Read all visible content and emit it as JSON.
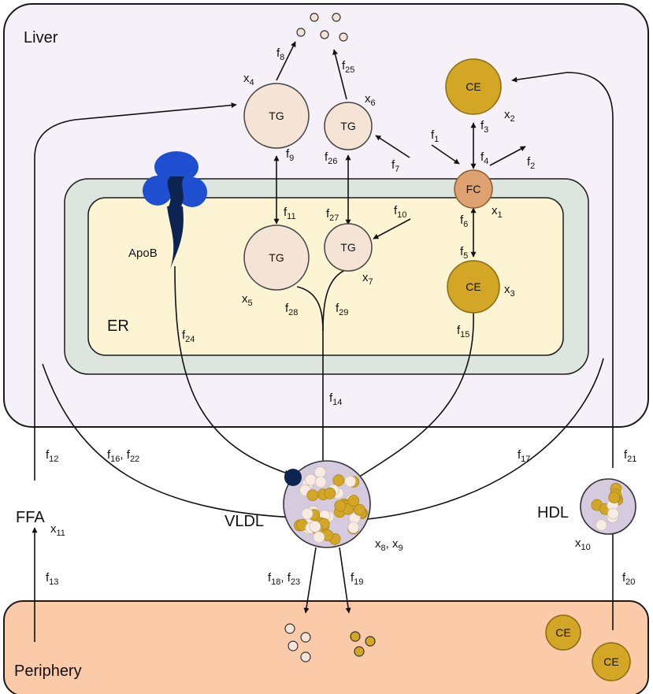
{
  "compartments": {
    "liver": "Liver",
    "er": "ER",
    "periphery": "Periphery"
  },
  "nodes": {
    "tg": "TG",
    "fc": "FC",
    "ce": "CE",
    "apob": "ApoB",
    "vldl": "VLDL",
    "hdl": "HDL",
    "ffa": "FFA"
  },
  "states": {
    "x1": "1",
    "x2": "2",
    "x3": "3",
    "x4": "4",
    "x5": "5",
    "x6": "6",
    "x7": "7",
    "x8": "8",
    "x9": "9",
    "x10": "10",
    "x11": "11"
  },
  "fluxes": {
    "f1": "1",
    "f2": "2",
    "f3": "3",
    "f4": "4",
    "f5": "5",
    "f6": "6",
    "f7": "7",
    "f8": "8",
    "f9": "9",
    "f10": "10",
    "f11": "11",
    "f12": "12",
    "f13": "13",
    "f14": "14",
    "f15": "15",
    "f16": "16",
    "f17": "17",
    "f18": "18",
    "f19": "19",
    "f20": "20",
    "f21": "21",
    "f22": "22",
    "f23": "23",
    "f24": "24",
    "f25": "25",
    "f26": "26",
    "f27": "27",
    "f28": "28",
    "f29": "29"
  },
  "colors": {
    "liver_fill": "#f6f0f8",
    "er_outer": "#dde6de",
    "er_inner": "#fdf4d4",
    "periphery_fill": "#fbcaa8",
    "tg_fill": "#f5e4d6",
    "ce_fill": "#d3a626",
    "fc_fill": "#dda270",
    "apob": "#1f4fd1",
    "apob_tail": "#0d2352",
    "vldl_fill": "#d6cadf"
  }
}
